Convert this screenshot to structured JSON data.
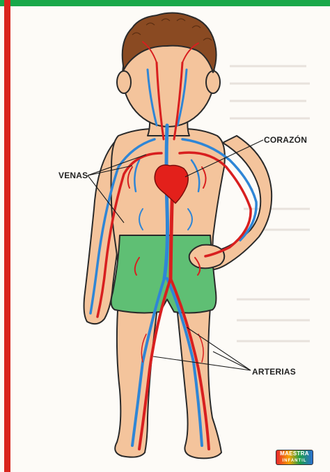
{
  "labels": {
    "corazon": "CORAZÓN",
    "venas": "VENAS",
    "arterias": "ARTERIAS"
  },
  "logo": {
    "line1": "MAESTRA",
    "line2": "INFANTIL"
  },
  "colors": {
    "page_border_green": "#19a84a",
    "page_border_red": "#d9251d",
    "skin": "#f4c49c",
    "hair": "#8a4a22",
    "shorts": "#5fbf74",
    "artery": "#d81f1f",
    "vein": "#2f86d6",
    "heart": "#e3201b"
  }
}
